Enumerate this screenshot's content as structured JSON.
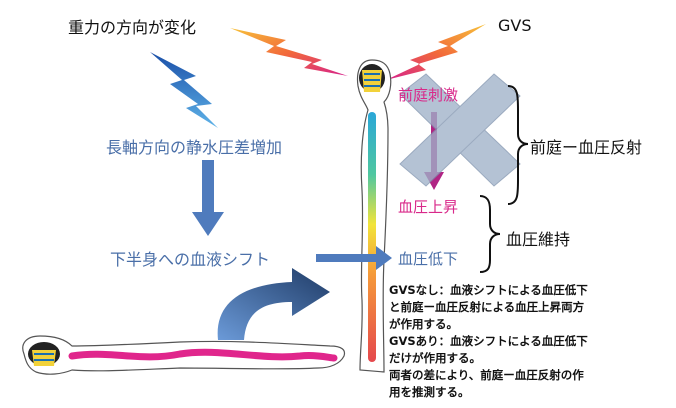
{
  "labels": {
    "gravity": "重力の方向が変化",
    "gvs": "GVS",
    "hydrostatic": "長軸方向の静水圧差増加",
    "fluid_shift": "下半身への血液シフト",
    "vestibular_stim": "前庭刺激",
    "bp_rise": "血圧上昇",
    "bp_drop": "血圧低下",
    "vestibulo_reflex": "前庭ー血圧反射",
    "bp_maintain": "血圧維持"
  },
  "notes": [
    "GVSなし：血液シフトによる血圧低下",
    "と前庭ー血圧反射による血圧上昇両方",
    "が作用する。",
    "GVSあり：血液シフトによる血圧低下",
    "だけが作用する。",
    "両者の差により、前庭ー血圧反射の作",
    "用を推測する。"
  ],
  "colors": {
    "blue_text": "#4a6fa8",
    "pink_text": "#d9298a",
    "arrow_blue": "#4f7bbd",
    "arrow_navy": "#1f3b66",
    "cross": "#9fb1c9"
  }
}
